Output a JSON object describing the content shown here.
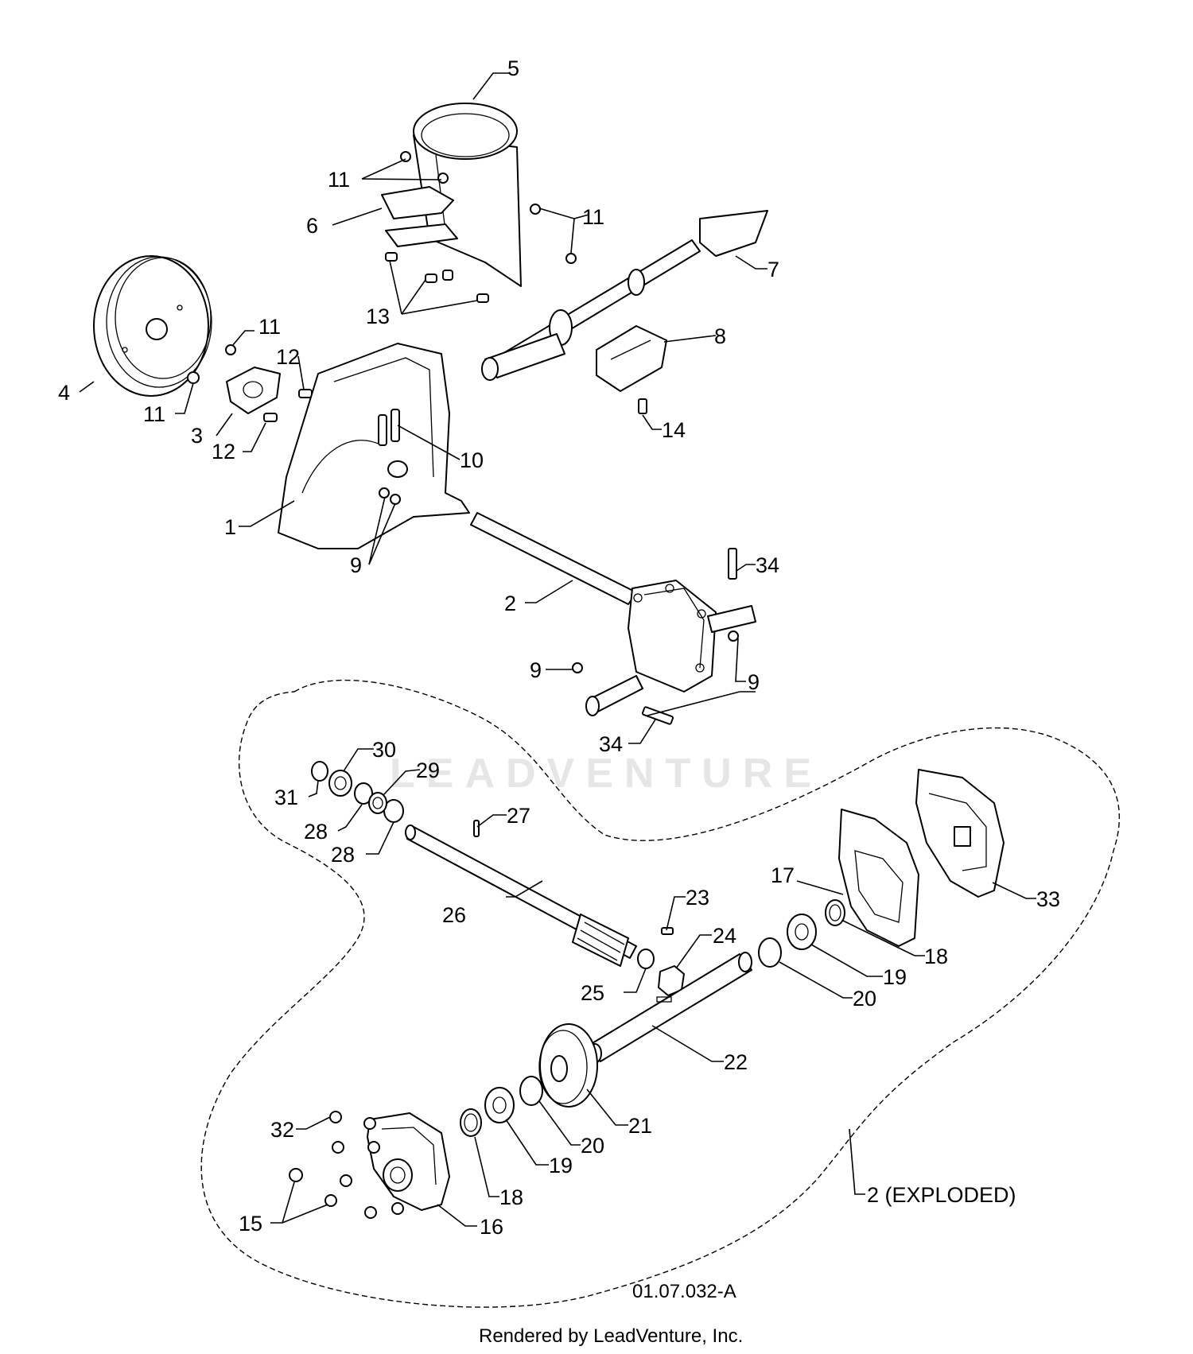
{
  "diagram": {
    "watermark": "LEADVENTURE",
    "drawing_number": "01.07.032-A",
    "rendered_by": "Rendered by LeadVenture, Inc.",
    "callouts": {
      "c1": "1",
      "c2": "2",
      "c3": "3",
      "c4": "4",
      "c5": "5",
      "c6": "6",
      "c7": "7",
      "c8": "8",
      "c9a": "9",
      "c9b": "9",
      "c9c": "9",
      "c10": "10",
      "c11a": "11",
      "c11b": "11",
      "c11c": "11",
      "c11d": "11",
      "c12a": "12",
      "c12b": "12",
      "c13": "13",
      "c14": "14",
      "c15": "15",
      "c16": "16",
      "c17": "17",
      "c18a": "18",
      "c18b": "18",
      "c19a": "19",
      "c19b": "19",
      "c20a": "20",
      "c20b": "20",
      "c21": "21",
      "c22": "22",
      "c23": "23",
      "c24": "24",
      "c25": "25",
      "c26": "26",
      "c27": "27",
      "c28a": "28",
      "c28b": "28",
      "c29": "29",
      "c30": "30",
      "c31": "31",
      "c32": "32",
      "c33": "33",
      "c34a": "34",
      "c34b": "34",
      "c2x": "2 (EXPLODED)"
    }
  }
}
